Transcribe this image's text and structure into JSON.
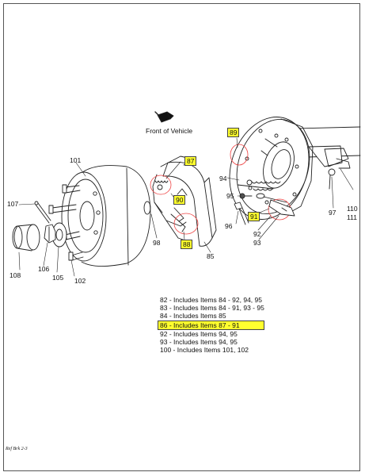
{
  "front_of_vehicle": "Front of Vehicle",
  "callouts": {
    "c107": "107",
    "c101": "101",
    "c108": "108",
    "c106": "106",
    "c105": "105",
    "c102": "102",
    "c98": "98",
    "c87": "87",
    "c90": "90",
    "c88": "88",
    "c85": "85",
    "c89": "89",
    "c94": "94",
    "c95": "95",
    "c91": "91",
    "c96": "96",
    "c92": "92",
    "c93": "93",
    "c97": "97",
    "c110": "110",
    "c111": "111"
  },
  "highlighted": [
    "87",
    "90",
    "88",
    "89",
    "91",
    "86 - Includes Items 87 - 91"
  ],
  "highlight_color": "#ffff2e",
  "notes": [
    "82 - Includes Items 84 - 92, 94, 95",
    "83 - Includes Items 84 - 91, 93 - 95",
    "84 - Includes Items 85",
    "86 - Includes Items 87 - 91",
    "92 - Includes Items 94, 95",
    "93 - Includes Items 94, 95",
    "100 - Includes Items 101, 102"
  ],
  "ref_code": "Ref Brk 2-3"
}
